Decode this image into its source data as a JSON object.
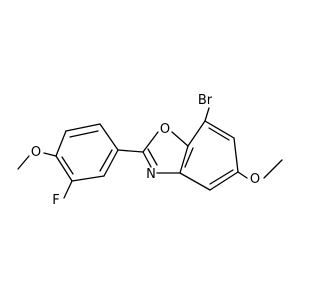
{
  "molecule": {
    "atoms": {
      "br": "Br",
      "o_ring": "O",
      "n_ring": "N",
      "o_methoxy_right": "O",
      "ch3_right": "",
      "o_methoxy_left": "O",
      "ch3_left": "",
      "f": "F"
    },
    "colors": {
      "bond": "#000000",
      "label": "#000000",
      "background": "#ffffff"
    }
  }
}
